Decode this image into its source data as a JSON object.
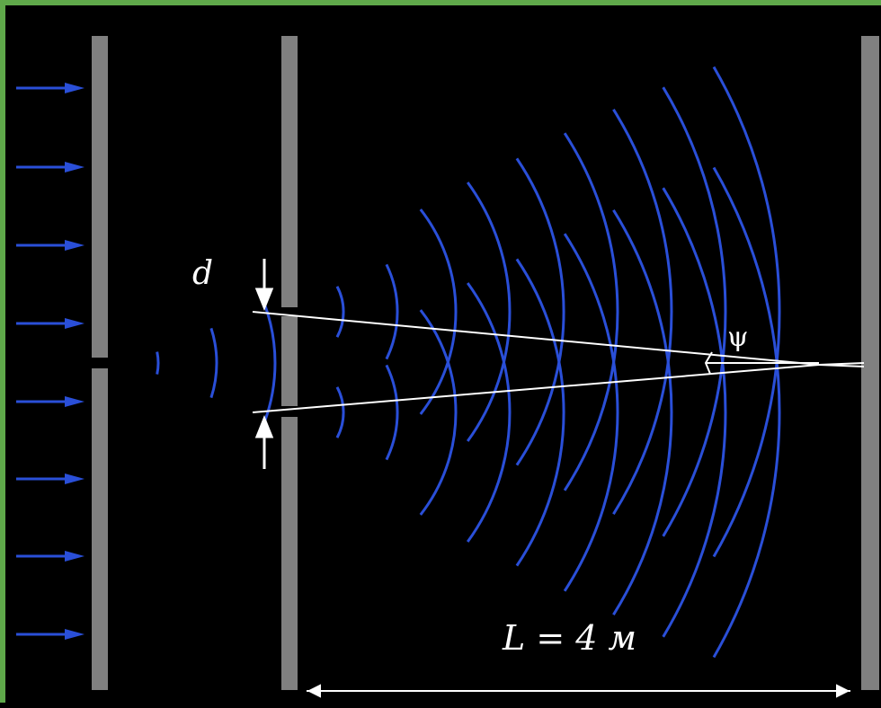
{
  "labels": {
    "slit_width": "d",
    "angle": "ψ",
    "distance": "L = 4 м"
  },
  "colors": {
    "background": "#000000",
    "frame": "#5fa84a",
    "screen": "#808080",
    "wave": "#2a4fd8",
    "arrow": "#2a4fd8",
    "lines": "#ffffff"
  }
}
